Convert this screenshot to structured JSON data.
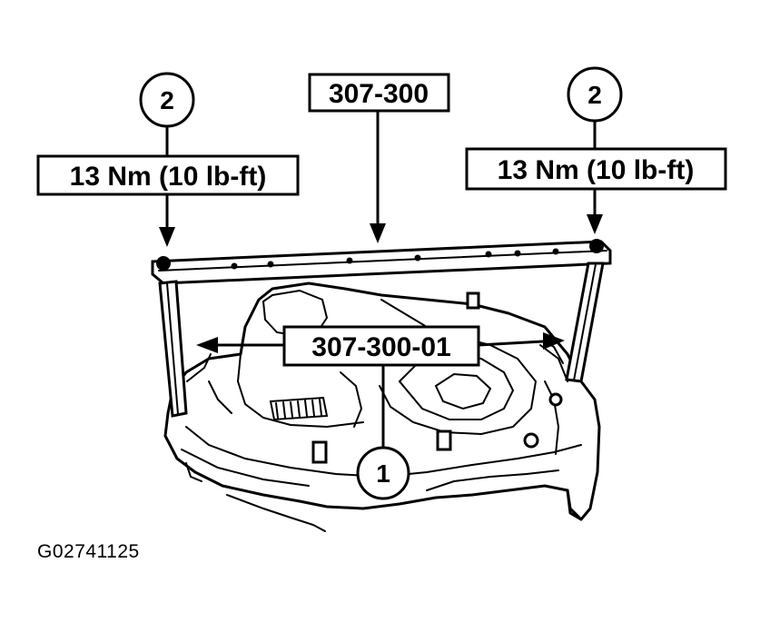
{
  "callouts": {
    "left": "2",
    "right": "2",
    "bottom": "1"
  },
  "labels": {
    "torque_left": "13 Nm (10 lb-ft)",
    "torque_right": "13 Nm (10 lb-ft)",
    "tool_top": "307-300",
    "tool_middle": "307-300-01"
  },
  "figure_id": "G02741125"
}
